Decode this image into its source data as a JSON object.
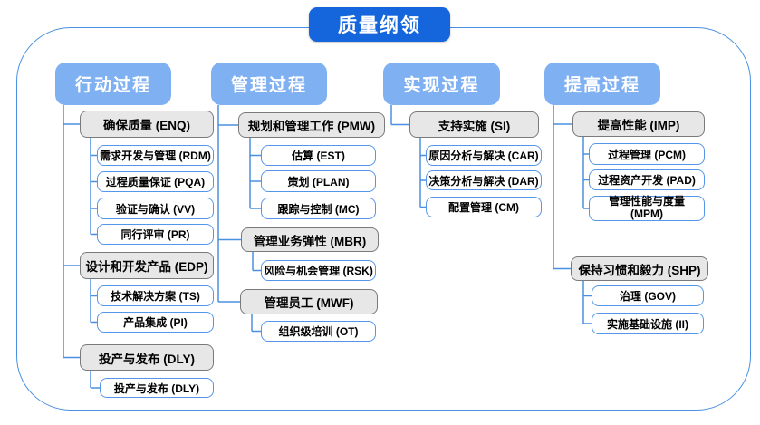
{
  "title": "质量纲领",
  "colors": {
    "title_blue": "#1565dc",
    "header_blue": "#7fb0f2",
    "frame_line_blue": "#4a90e2",
    "leaf_border_blue": "#5596ea",
    "group_fill_gray": "#e7e7e7",
    "group_border_gray": "#7a7a7a"
  },
  "columns": [
    {
      "label": "行动过程",
      "groups": [
        {
          "label": "确保质量 (ENQ)",
          "children": [
            "需求开发与管理 (RDM)",
            "过程质量保证 (PQA)",
            "验证与确认 (VV)",
            "同行评审 (PR)"
          ]
        },
        {
          "label": "设计和开发产品 (EDP)",
          "children": [
            "技术解决方案 (TS)",
            "产品集成 (PI)"
          ]
        },
        {
          "label": "投产与发布 (DLY)",
          "children": [
            "投产与发布 (DLY)"
          ]
        }
      ]
    },
    {
      "label": "管理过程",
      "groups": [
        {
          "label": "规划和管理工作 (PMW)",
          "children": [
            "估算 (EST)",
            "策划 (PLAN)",
            "跟踪与控制 (MC)"
          ]
        },
        {
          "label": "管理业务弹性 (MBR)",
          "children": [
            "风险与机会管理 (RSK)"
          ]
        },
        {
          "label": "管理员工 (MWF)",
          "children": [
            "组织级培训 (OT)"
          ]
        }
      ]
    },
    {
      "label": "实现过程",
      "groups": [
        {
          "label": "支持实施 (SI)",
          "children": [
            "原因分析与解决 (CAR)",
            "决策分析与解决 (DAR)",
            "配置管理 (CM)"
          ]
        }
      ]
    },
    {
      "label": "提高过程",
      "groups": [
        {
          "label": "提高性能 (IMP)",
          "children": [
            "过程管理 (PCM)",
            "过程资产开发 (PAD)",
            "管理性能与度量 (MPM)"
          ]
        },
        {
          "label": "保持习惯和毅力 (SHP)",
          "children": [
            "治理 (GOV)",
            "实施基础设施 (II)"
          ]
        }
      ]
    }
  ]
}
